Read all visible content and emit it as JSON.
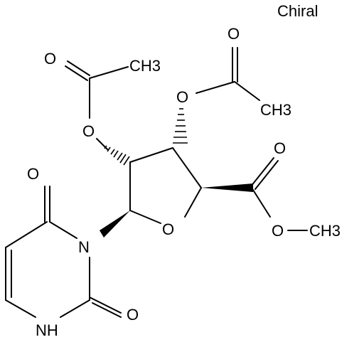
{
  "diagram": {
    "label": "Chiral",
    "atoms": {
      "o_acetyl1_carbonyl": "O",
      "ch3_acetyl1": "CH3",
      "o_acetyl1_ester": "O",
      "o_acetyl2_carbonyl": "O",
      "o_acetyl2_ester": "O",
      "ch3_acetyl2": "CH3",
      "o_methylester_carbonyl": "O",
      "o_methylester_ether": "O",
      "ch3_methylester": "CH3",
      "o_ring": "O",
      "n_uracil_3": "N",
      "o_uracil_4": "O",
      "o_uracil_2": "O",
      "nh_uracil_1": "NH"
    }
  }
}
